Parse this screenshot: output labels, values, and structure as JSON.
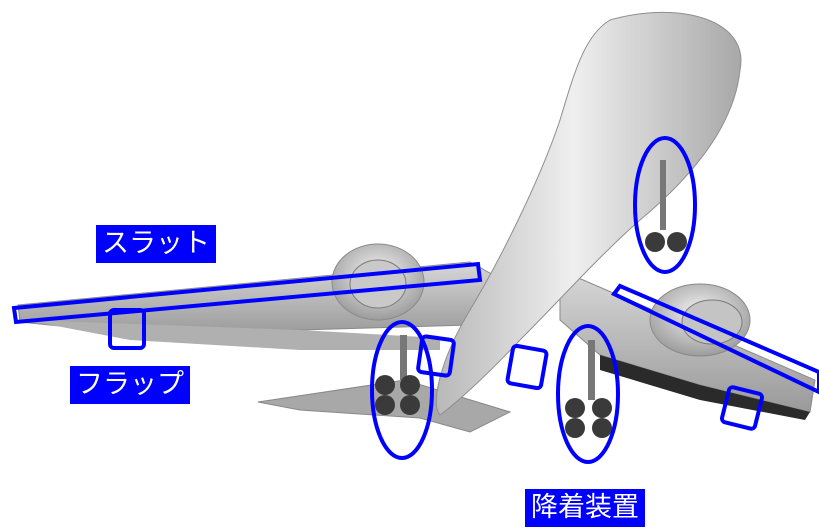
{
  "labels": {
    "slat": "スラット",
    "flap": "フラップ",
    "landing_gear": "降着装置"
  },
  "colors": {
    "highlight": "#0000ff",
    "label_background": "#0000ff",
    "label_text": "#ffffff",
    "aircraft": "#cfcfcf"
  }
}
